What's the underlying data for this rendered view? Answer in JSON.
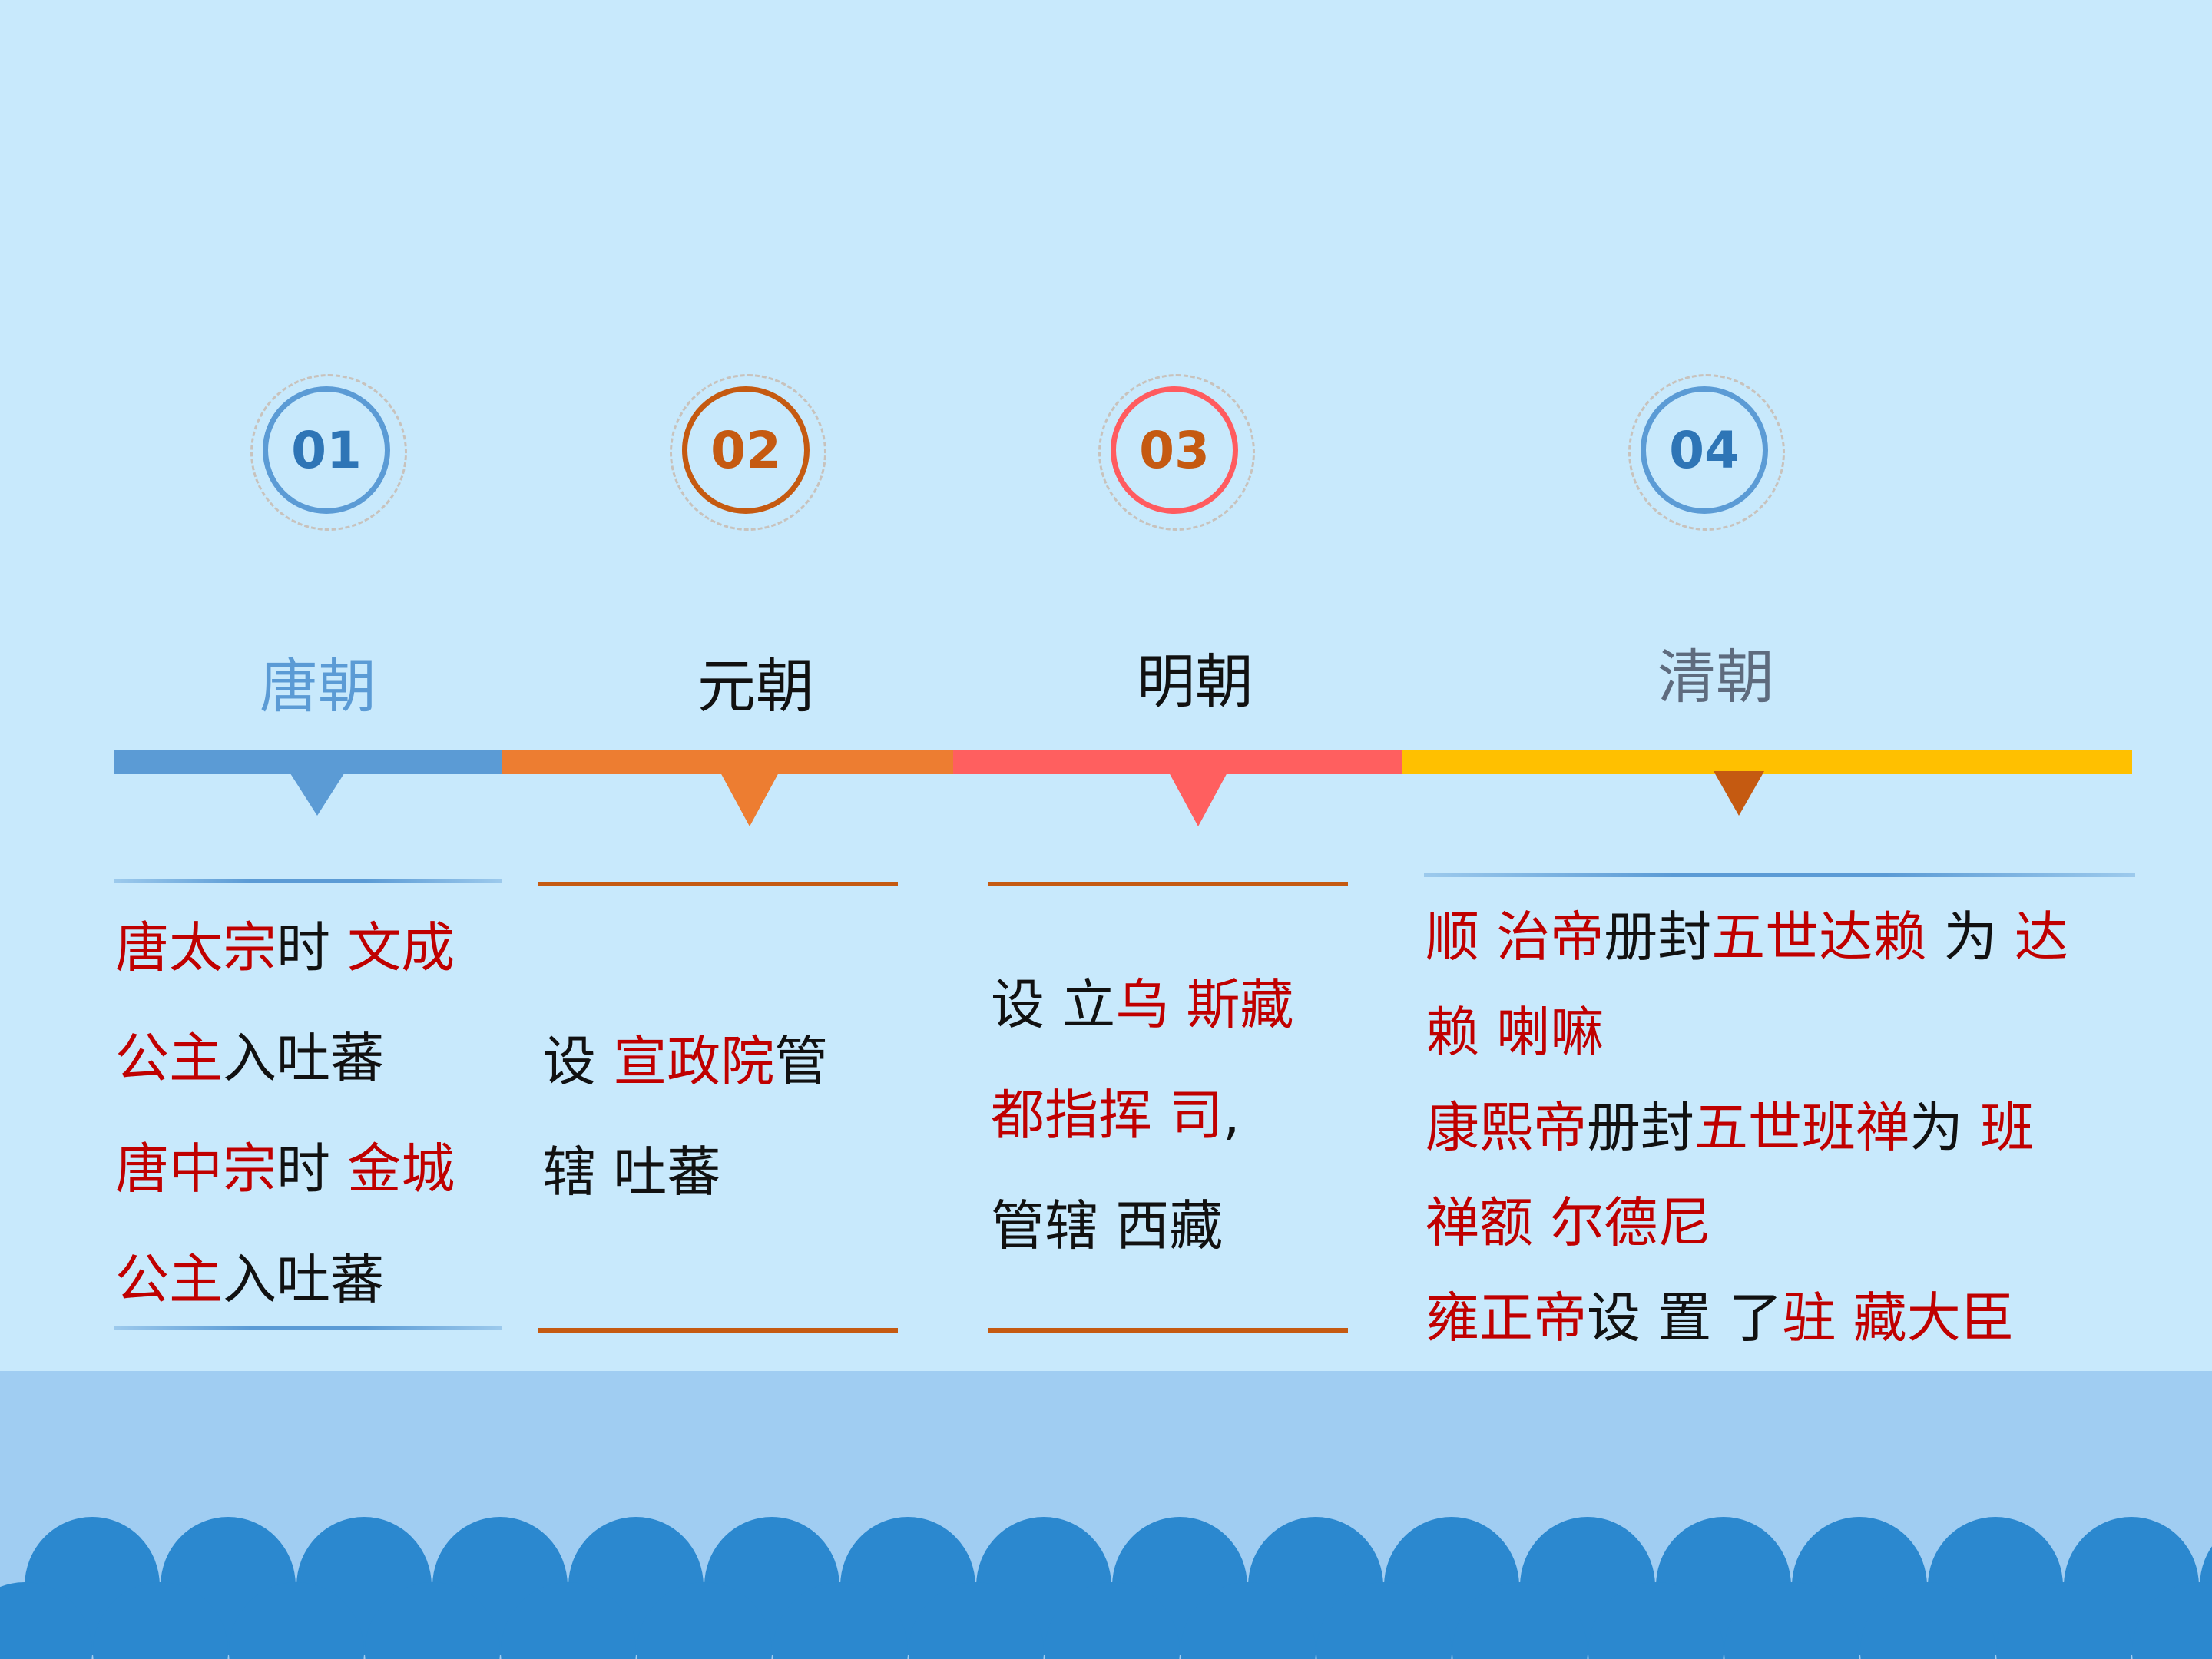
{
  "timeline": [
    {
      "number": "01",
      "era": "唐朝",
      "lines": [
        [
          {
            "t": "唐太宗",
            "r": true
          },
          {
            "t": "时 ",
            "r": false
          },
          {
            "t": "文成",
            "r": true
          }
        ],
        [
          {
            "t": "公主",
            "r": true
          },
          {
            "t": "入吐蕃",
            "r": false
          }
        ],
        [
          {
            "t": "唐中宗",
            "r": true
          },
          {
            "t": "时 ",
            "r": false
          },
          {
            "t": "金城",
            "r": true
          }
        ],
        [
          {
            "t": "公主",
            "r": true
          },
          {
            "t": "入吐蕃",
            "r": false
          }
        ]
      ]
    },
    {
      "number": "02",
      "era": "元朝",
      "lines": [
        [
          {
            "t": "设 ",
            "r": false
          },
          {
            "t": "宣政院",
            "r": true
          },
          {
            "t": "管",
            "r": false
          }
        ],
        [
          {
            "t": "辖 吐蕃",
            "r": false
          }
        ]
      ]
    },
    {
      "number": "03",
      "era": "明朝",
      "lines": [
        [
          {
            "t": "设 立",
            "r": false
          },
          {
            "t": "乌 斯藏",
            "r": true
          }
        ],
        [
          {
            "t": "都指挥 司",
            "r": true
          },
          {
            "t": ",",
            "r": false
          }
        ],
        [
          {
            "t": "管辖 西藏",
            "r": false
          }
        ]
      ]
    },
    {
      "number": "04",
      "era": "清朝",
      "lines": [
        [
          {
            "t": "顺 治帝",
            "r": true
          },
          {
            "t": "册封",
            "r": false
          },
          {
            "t": "五世达赖",
            "r": true
          },
          {
            "t": " 为 ",
            "r": false
          },
          {
            "t": "达",
            "r": true
          }
        ],
        [
          {
            "t": "赖 喇嘛",
            "r": true
          }
        ],
        [
          {
            "t": "康熙帝",
            "r": true
          },
          {
            "t": "册封",
            "r": false
          },
          {
            "t": "五世班禅",
            "r": true
          },
          {
            "t": "为 ",
            "r": false
          },
          {
            "t": "班",
            "r": true
          }
        ],
        [
          {
            "t": "禅额 尔德尼",
            "r": true
          }
        ],
        [
          {
            "t": "雍正帝",
            "r": true
          },
          {
            "t": "设 置 了",
            "r": false
          },
          {
            "t": "驻 藏大臣",
            "r": true
          }
        ]
      ]
    }
  ],
  "colors": {
    "background": "#c8e9fc",
    "sea": "#a0cdf2",
    "waves": "#2b88cf",
    "highlight": "#c00000",
    "badge_blue": "#3a78c0",
    "badge_orange": "#c55a11",
    "badge_red": "#ff5b5f",
    "bar_blue": "#5b9bd5",
    "bar_orange": "#ed7d31",
    "bar_red": "#ff5f5f",
    "bar_yellow": "#ffc000"
  }
}
